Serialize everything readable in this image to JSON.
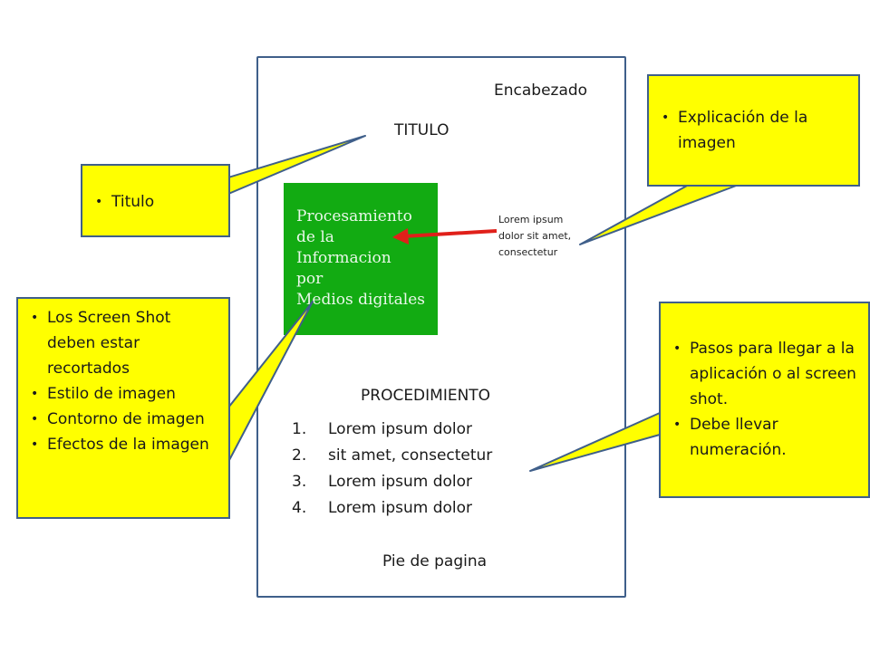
{
  "document": {
    "header": "Encabezado",
    "title": "TITULO",
    "image_text": "Procesamiento\nde la\nInformacion\npor\nMedios digitales",
    "caption": "Lorem ipsum dolor sit amet, consectetur",
    "procedure_heading": "PROCEDIMIENTO",
    "procedure_steps": [
      {
        "num": "1.",
        "text": "Lorem ipsum dolor"
      },
      {
        "num": "2.",
        "text": "sit amet, consectetur"
      },
      {
        "num": "3.",
        "text": "Lorem ipsum dolor"
      },
      {
        "num": "4.",
        "text": "Lorem ipsum dolor"
      }
    ],
    "footer": "Pie de pagina"
  },
  "callouts": {
    "titulo": [
      "Titulo"
    ],
    "imagen": [
      "Explicación de la imagen"
    ],
    "screenshot": [
      "Los Screen Shot deben estar recortados",
      "Estilo de imagen",
      "Contorno de imagen",
      "Efectos de la imagen"
    ],
    "pasos": [
      "Pasos para llegar a la aplicación o al screen shot.",
      "Debe llevar numeración."
    ]
  },
  "bullet_glyph": "•",
  "colors": {
    "callout_fill": "#ffff00",
    "outline": "#3f5f8a",
    "image_fill": "#12ab12",
    "arrow": "#e0201a"
  }
}
